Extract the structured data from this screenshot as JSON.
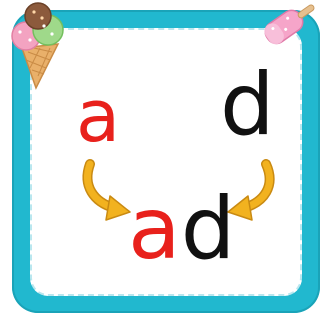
{
  "letters": {
    "first": "a",
    "second": "d"
  },
  "word": {
    "first_part": "a",
    "second_part": "d"
  },
  "colors": {
    "frame": "#21b8cf",
    "first_letter": "#e8211c",
    "second_letter": "#111111",
    "arrow": "#f2b21f"
  },
  "decorations": {
    "top_left": "ice-cream-cone-icon",
    "top_right": "popsicle-icon"
  }
}
